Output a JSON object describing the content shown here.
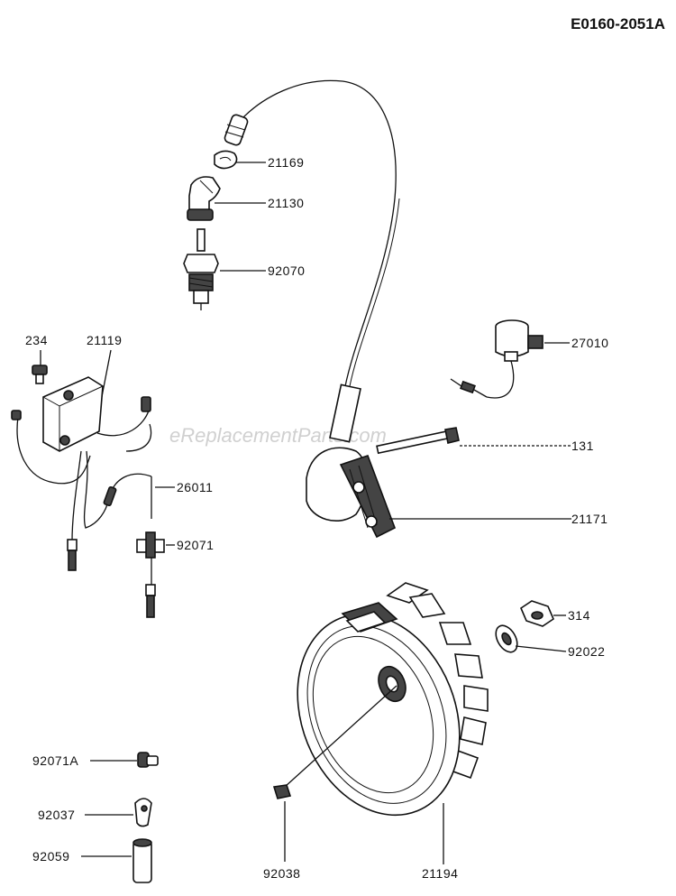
{
  "diagram_code": "E0160-2051A",
  "watermark": "eReplacementParts.com",
  "parts": {
    "p21169": "21169",
    "p21130": "21130",
    "p92070": "92070",
    "p234": "234",
    "p21119": "21119",
    "p27010": "27010",
    "p131": "131",
    "p26011": "26011",
    "p92071": "92071",
    "p21171": "21171",
    "p314": "314",
    "p92022": "92022",
    "p92071A": "92071A",
    "p92037": "92037",
    "p92059": "92059",
    "p92038": "92038",
    "p21194": "21194"
  }
}
